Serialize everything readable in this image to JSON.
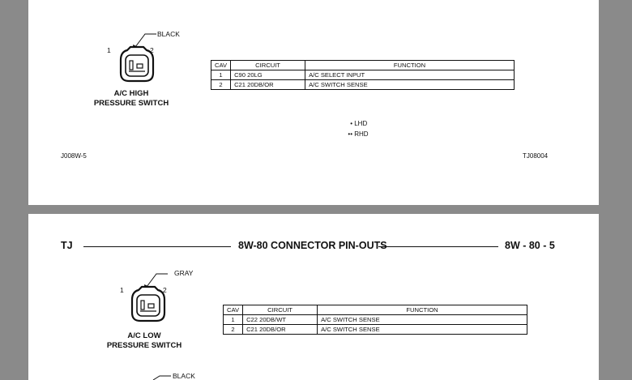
{
  "page1": {
    "connector": {
      "wire_color": "BLACK",
      "pin1": "1",
      "pin2": "2",
      "name_line1": "A/C HIGH",
      "name_line2": "PRESSURE SWITCH"
    },
    "table": {
      "headers": [
        "CAV",
        "CIRCUIT",
        "FUNCTION"
      ],
      "rows": [
        {
          "cav": "1",
          "circuit": "C90 20LG",
          "function": "A/C SELECT INPUT"
        },
        {
          "cav": "2",
          "circuit": "C21 20DB/OR",
          "function": "A/C SWITCH SENSE"
        }
      ]
    },
    "legend": [
      {
        "marker": "•",
        "label": "LHD"
      },
      {
        "marker": "••",
        "label": "RHD"
      }
    ],
    "ref_left": "J008W-5",
    "ref_right": "TJ08004"
  },
  "page2": {
    "header": {
      "left": "TJ",
      "center": "8W-80 CONNECTOR PIN-OUTS",
      "right": "8W - 80 - 5"
    },
    "connector": {
      "wire_color": "GRAY",
      "pin1": "1",
      "pin2": "2",
      "name_line1": "A/C LOW",
      "name_line2": "PRESSURE SWITCH"
    },
    "table": {
      "headers": [
        "CAV",
        "CIRCUIT",
        "FUNCTION"
      ],
      "rows": [
        {
          "cav": "1",
          "circuit": "C22 20DB/WT",
          "function": "A/C SWITCH SENSE"
        },
        {
          "cav": "2",
          "circuit": "C21 20DB/OR",
          "function": "A/C SWITCH SENSE"
        }
      ]
    },
    "next_connector": {
      "wire_color": "BLACK"
    }
  }
}
